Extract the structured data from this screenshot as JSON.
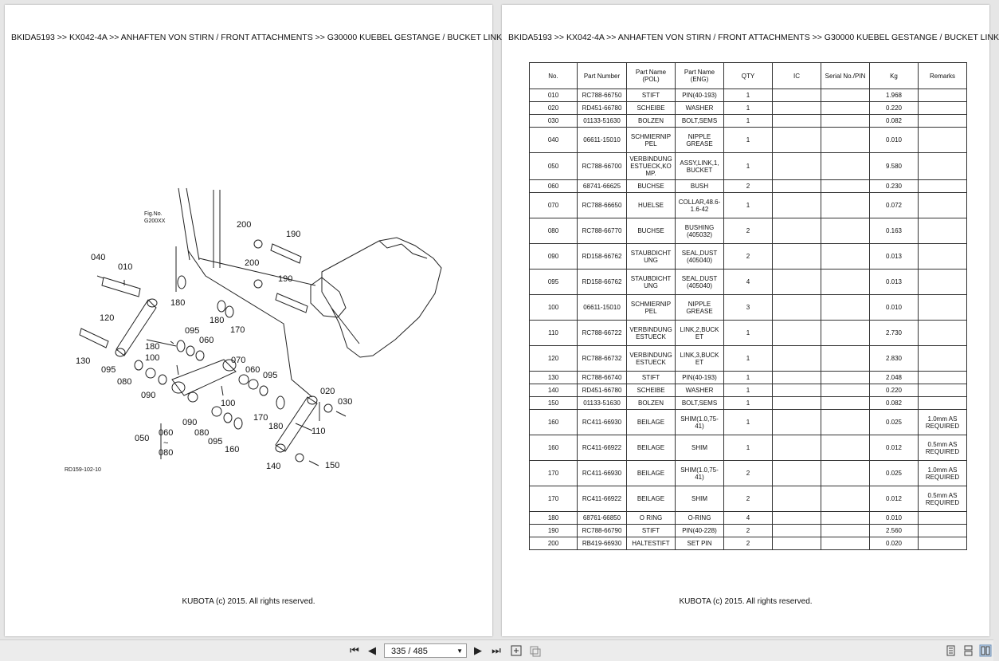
{
  "header_text": "BKIDA5193 >> KX042-4A >> ANHAFTEN VON STIRN / FRONT ATTACHMENTS >> G30000   KUEBEL GESTANGE / BUCKET LINK",
  "footer_text": "KUBOTA (c) 2015. All rights reserved.",
  "diagram": {
    "fig_no": "Fig.No.",
    "fig_ref": "G200XX",
    "ref_code": "RD159-102-10",
    "callouts": [
      "200",
      "190",
      "040",
      "010",
      "200",
      "190",
      "180",
      "180",
      "170",
      "120",
      "095",
      "060",
      "180",
      "100",
      "130",
      "070",
      "060",
      "095",
      "095",
      "080",
      "090",
      "020",
      "030",
      "100",
      "170",
      "180",
      "090",
      "080",
      "095",
      "110",
      "050",
      "060",
      "~",
      "080",
      "160",
      "140",
      "150"
    ]
  },
  "table": {
    "headers": [
      "No.",
      "Part Number",
      "Part Name (POL)",
      "Part Name (ENG)",
      "QTY",
      "IC",
      "Serial No./PIN",
      "Kg",
      "Remarks"
    ],
    "rows": [
      [
        "010",
        "RC788-66750",
        "STIFT",
        "PIN(40-193)",
        "1",
        "",
        "",
        "1.968",
        ""
      ],
      [
        "020",
        "RD451-66780",
        "SCHEIBE",
        "WASHER",
        "1",
        "",
        "",
        "0.220",
        ""
      ],
      [
        "030",
        "01133-51630",
        "BOLZEN",
        "BOLT,SEMS",
        "1",
        "",
        "",
        "0.082",
        ""
      ],
      [
        "040",
        "06611-15010",
        "SCHMIERNIP PEL",
        "NIPPLE GREASE",
        "1",
        "",
        "",
        "0.010",
        ""
      ],
      [
        "050",
        "RC788-66700",
        "VERBINDUNG ESTUECK,KO MP.",
        "ASSY,LINK,1, BUCKET",
        "1",
        "",
        "",
        "9.580",
        ""
      ],
      [
        "060",
        "68741-66625",
        "BUCHSE",
        "BUSH",
        "2",
        "",
        "",
        "0.230",
        ""
      ],
      [
        "070",
        "RC788-66650",
        "HUELSE",
        "COLLAR,48.6- 1.6-42",
        "1",
        "",
        "",
        "0.072",
        ""
      ],
      [
        "080",
        "RC788-66770",
        "BUCHSE",
        "BUSHING (405032)",
        "2",
        "",
        "",
        "0.163",
        ""
      ],
      [
        "090",
        "RD158-66762",
        "STAUBDICHT UNG",
        "SEAL,DUST (405040)",
        "2",
        "",
        "",
        "0.013",
        ""
      ],
      [
        "095",
        "RD158-66762",
        "STAUBDICHT UNG",
        "SEAL,DUST (405040)",
        "4",
        "",
        "",
        "0.013",
        ""
      ],
      [
        "100",
        "06611-15010",
        "SCHMIERNIP PEL",
        "NIPPLE GREASE",
        "3",
        "",
        "",
        "0.010",
        ""
      ],
      [
        "110",
        "RC788-66722",
        "VERBINDUNG ESTUECK",
        "LINK,2,BUCK ET",
        "1",
        "",
        "",
        "2.730",
        ""
      ],
      [
        "120",
        "RC788-66732",
        "VERBINDUNG ESTUECK",
        "LINK,3,BUCK ET",
        "1",
        "",
        "",
        "2.830",
        ""
      ],
      [
        "130",
        "RC788-66740",
        "STIFT",
        "PIN(40-193)",
        "1",
        "",
        "",
        "2.048",
        ""
      ],
      [
        "140",
        "RD451-66780",
        "SCHEIBE",
        "WASHER",
        "1",
        "",
        "",
        "0.220",
        ""
      ],
      [
        "150",
        "01133-51630",
        "BOLZEN",
        "BOLT,SEMS",
        "1",
        "",
        "",
        "0.082",
        ""
      ],
      [
        "160",
        "RC411-66930",
        "BEILAGE",
        "SHIM(1.0,75- 41)",
        "1",
        "",
        "",
        "0.025",
        "1.0mm AS REQUIRED"
      ],
      [
        "160",
        "RC411-66922",
        "BEILAGE",
        "SHIM",
        "1",
        "",
        "",
        "0.012",
        "0.5mm AS REQUIRED"
      ],
      [
        "170",
        "RC411-66930",
        "BEILAGE",
        "SHIM(1.0,75- 41)",
        "2",
        "",
        "",
        "0.025",
        "1.0mm AS REQUIRED"
      ],
      [
        "170",
        "RC411-66922",
        "BEILAGE",
        "SHIM",
        "2",
        "",
        "",
        "0.012",
        "0.5mm AS REQUIRED"
      ],
      [
        "180",
        "68761-66850",
        "O RING",
        "O-RING",
        "4",
        "",
        "",
        "0.010",
        ""
      ],
      [
        "190",
        "RC788-66790",
        "STIFT",
        "PIN(40-228)",
        "2",
        "",
        "",
        "2.560",
        ""
      ],
      [
        "200",
        "RB419-66930",
        "HALTESTIFT",
        "SET PIN",
        "2",
        "",
        "",
        "0.020",
        ""
      ]
    ]
  },
  "toolbar": {
    "page_indicator": "335 / 485",
    "icons": [
      "first-page-icon",
      "prev-page-icon",
      "next-page-icon",
      "last-page-icon",
      "fit-page-icon",
      "fit-width-icon",
      "single-page-view-icon",
      "continuous-view-icon",
      "two-page-view-icon"
    ]
  }
}
